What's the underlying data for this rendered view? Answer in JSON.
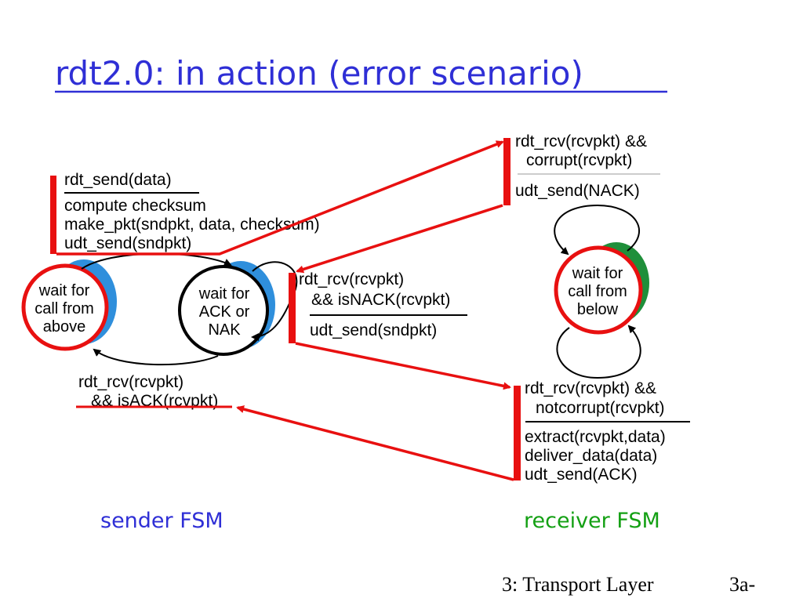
{
  "title": "rdt2.0: in action (error scenario)",
  "sender": {
    "state_wait_call_above": [
      "wait for",
      "call from",
      "above"
    ],
    "state_wait_ack_nak": [
      "wait for",
      "ACK or",
      "NAK"
    ],
    "send_transition": {
      "event": "rdt_send(data)",
      "actions": [
        "compute checksum",
        "make_pkt(sndpkt, data, checksum)",
        "udt_send(sndpkt)"
      ]
    },
    "nack_transition": {
      "event": [
        "rdt_rcv(rcvpkt)",
        "&& isNACK(rcvpkt)"
      ],
      "action": "udt_send(sndpkt)"
    },
    "ack_transition": {
      "event": [
        "rdt_rcv(rcvpkt)",
        "&& isACK(rcvpkt)"
      ]
    },
    "caption": "sender FSM"
  },
  "receiver": {
    "state_wait_call_below": [
      "wait for",
      "call from",
      "below"
    ],
    "corrupt_transition": {
      "event": [
        "rdt_rcv(rcvpkt) &&",
        "corrupt(rcvpkt)"
      ],
      "action": "udt_send(NACK)"
    },
    "notcorrupt_transition": {
      "event": [
        "rdt_rcv(rcvpkt) &&",
        "notcorrupt(rcvpkt)"
      ],
      "actions": [
        "extract(rcvpkt,data)",
        "deliver_data(data)",
        "udt_send(ACK)"
      ]
    },
    "caption": "receiver FSM"
  },
  "footer": {
    "chapter": "3: Transport Layer",
    "page": "3a-"
  },
  "colors": {
    "title": "#2f2fd6",
    "highlight_red": "#e81010",
    "state_shadow_blue": "#2f8fdc",
    "state_shadow_green": "#1f8f3a",
    "sender_caption": "#2f2fd6",
    "receiver_caption": "#14a014"
  }
}
